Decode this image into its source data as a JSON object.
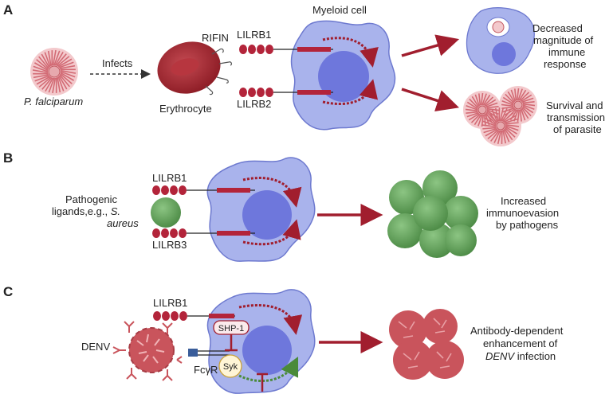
{
  "colors": {
    "cell_fill": "#a9b3ec",
    "cell_stroke": "#6d79cf",
    "nucleus": "#6e77dc",
    "receptor": "#b3243a",
    "arrow": "#a11e2e",
    "green_bacteria": "#5c9a56",
    "green_arrow": "#4a8a3a",
    "denv": "#c9545c"
  },
  "panel_a": {
    "letter": "A",
    "pathogen_label": "P. falciparum",
    "infects_label": "Infects",
    "rifin_label": "RIFIN",
    "erythrocyte_label": "Erythrocyte",
    "cell_label": "Myeloid cell",
    "receptor1": "LILRB1",
    "receptor2": "LILRB2",
    "outcome1": [
      "Decreased",
      "magnitude of",
      "immune",
      "response"
    ],
    "outcome2": [
      "Survival and",
      "transmission",
      "of parasite"
    ]
  },
  "panel_b": {
    "letter": "B",
    "ligand_line1": "Pathogenic",
    "ligand_line2_plain": "ligands,e.g., ",
    "ligand_line2_italic": "S.",
    "ligand_line3_italic": "aureus",
    "receptor1": "LILRB1",
    "receptor2": "LILRB3",
    "outcome": [
      "Increased",
      "immunoevasion",
      "by pathogens"
    ]
  },
  "panel_c": {
    "letter": "C",
    "receptor1": "LILRB1",
    "virus_label": "DENV",
    "fc_label": "FcγR",
    "shp1": "SHP-1",
    "syk": "Syk",
    "outcome_line1": "Antibody-dependent",
    "outcome_line2": "enhancement of",
    "outcome_line3_italic": "DENV",
    "outcome_line3_plain": " infection"
  }
}
